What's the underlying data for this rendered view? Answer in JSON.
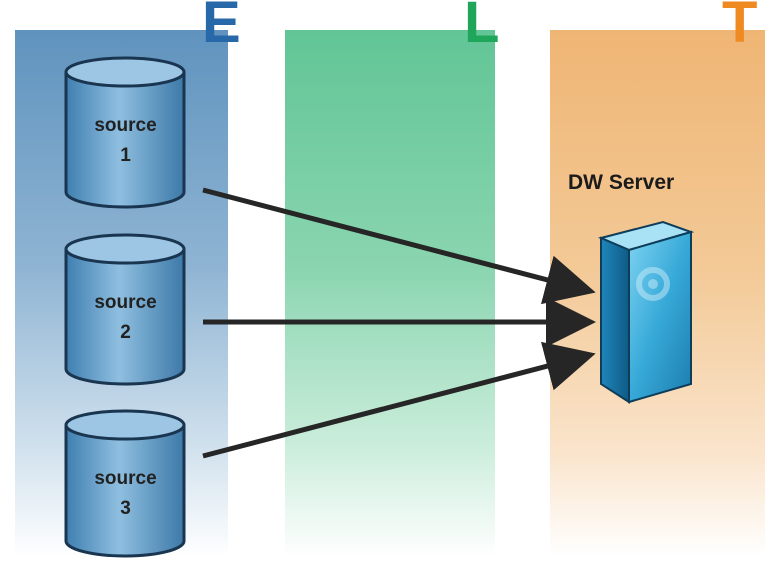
{
  "phases": {
    "extract": "E",
    "load": "L",
    "transform": "T"
  },
  "sources": [
    {
      "word": "source",
      "number": "1"
    },
    {
      "word": "source",
      "number": "2"
    },
    {
      "word": "source",
      "number": "3"
    }
  ],
  "target": {
    "label": "DW Server",
    "icon": "server-icon"
  },
  "colors": {
    "extract_column": "#6f9ec6",
    "load_column": "#6fcb9e",
    "transform_column": "#f2bf88",
    "extract_letter": "#2768a8",
    "load_letter": "#1fa65a",
    "transform_letter": "#ee8a20",
    "cylinder": "#6aa0c9",
    "server": "#39a9d9",
    "arrow": "#262626"
  }
}
